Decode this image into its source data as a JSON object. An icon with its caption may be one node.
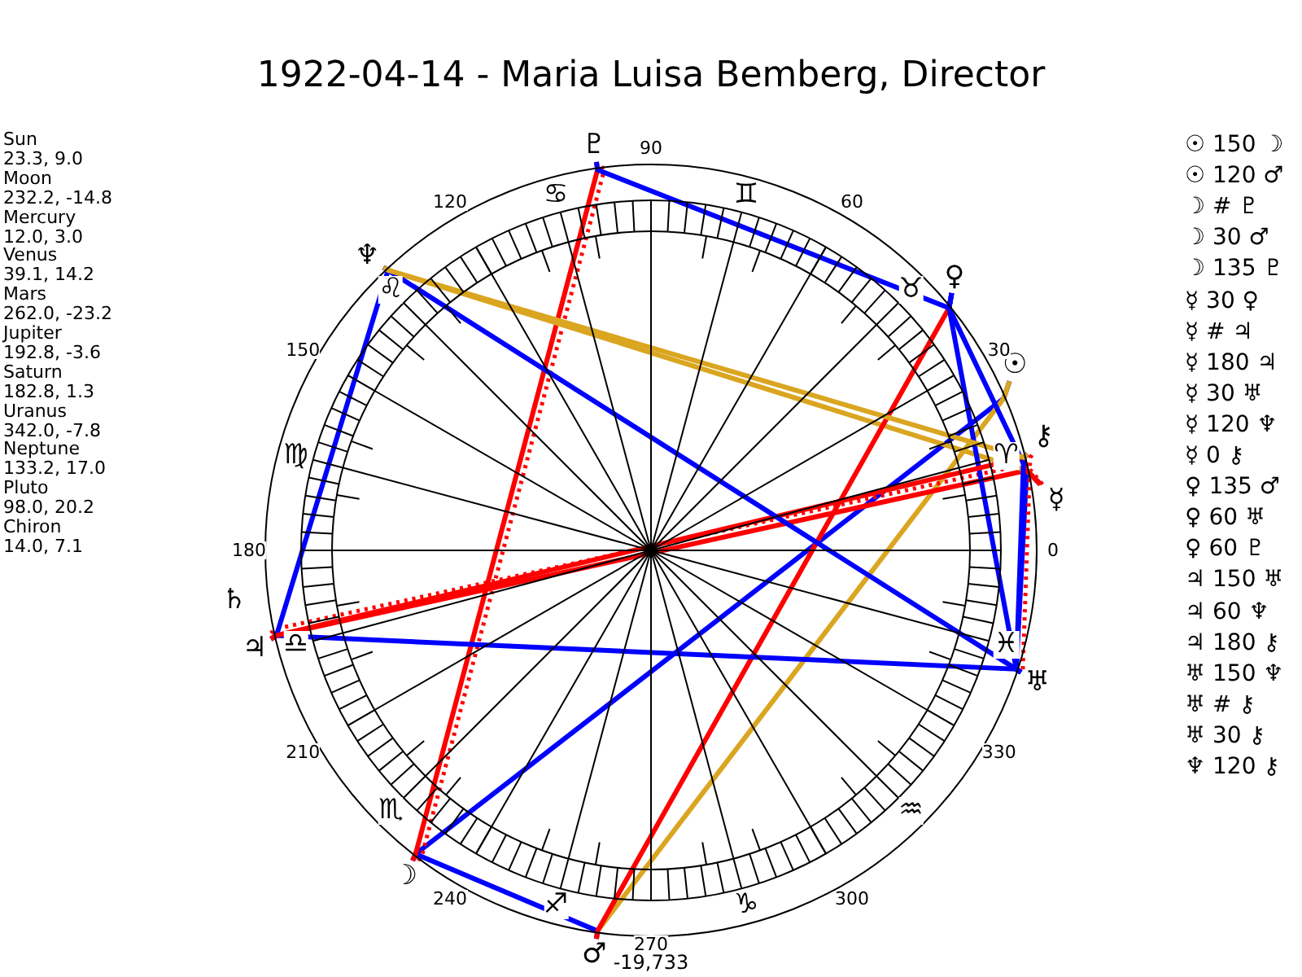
{
  "diagram": {
    "title": "1922-04-14 - Maria Luisa Bemberg, Director",
    "nodes": [
      {
        "text": [
          "☉"
        ]
      },
      {
        "text": [
          "☽"
        ]
      },
      {
        "text": [
          "☿"
        ]
      },
      {
        "text": [
          "♀"
        ]
      },
      {
        "text": [
          "♂"
        ]
      },
      {
        "text": [
          "♃"
        ]
      },
      {
        "text": [
          "♅"
        ]
      },
      {
        "text": [
          "♆"
        ]
      },
      {
        "text": [
          "♇"
        ]
      },
      {
        "text": [
          "⚷"
        ]
      }
    ],
    "edges": [
      {
        "from": 0,
        "to": 1,
        "arrow": "none"
      },
      {
        "from": 0,
        "to": 4,
        "arrow": "none",
        "color": "#daa520"
      },
      {
        "from": 1,
        "to": 8,
        "arrow": "none",
        "style": "dashed",
        "color": "#ff0000"
      },
      {
        "from": 1,
        "to": 4,
        "arrow": "none"
      },
      {
        "from": 1,
        "to": 8,
        "arrow": "none",
        "color": "#ff0000"
      },
      {
        "from": 2,
        "to": 3,
        "arrow": "none"
      },
      {
        "from": 2,
        "to": 5,
        "arrow": "none",
        "style": "dashed",
        "color": "#ff0000"
      },
      {
        "from": 2,
        "to": 5,
        "arrow": "none",
        "color": "#ff0000"
      },
      {
        "from": 2,
        "to": 6,
        "arrow": "none"
      },
      {
        "from": 2,
        "to": 7,
        "arrow": "none",
        "color": "#daa520"
      },
      {
        "from": 2,
        "to": 9,
        "arrow": "none",
        "color": "#ff0000"
      },
      {
        "from": 3,
        "to": 4,
        "arrow": "none",
        "color": "#ff0000"
      },
      {
        "from": 3,
        "to": 6,
        "arrow": "none"
      },
      {
        "from": 3,
        "to": 8,
        "arrow": "none"
      },
      {
        "from": 5,
        "to": 6,
        "arrow": "none"
      },
      {
        "from": 5,
        "to": 7,
        "arrow": "none"
      },
      {
        "from": 5,
        "to": 9,
        "arrow": "none",
        "color": "#ff0000"
      },
      {
        "from": 6,
        "to": 7,
        "arrow": "none"
      },
      {
        "from": 6,
        "to": 9,
        "arrow": "none",
        "style": "dashed",
        "color": "#ff0000"
      },
      {
        "from": 6,
        "to": 9,
        "arrow": "none"
      },
      {
        "from": 7,
        "to": 9,
        "arrow": "none",
        "color": "#daa520"
      }
    ],
    "labels": [
      "Sun",
      "23.3, 9.0",
      "Moon",
      "232.2, -14.8",
      "Mercury",
      "12.0, 3.0",
      "Venus",
      "39.1, 14.2",
      "Mars",
      "262.0, -23.2",
      "Jupiter",
      "192.8, -3.6",
      "Saturn",
      "182.8, 1.3",
      "Uranus",
      "342.0, -7.8",
      "Neptune",
      "133.2, 17.0",
      "Pluto",
      "98.0, 20.2",
      "Chiron",
      "14.0, 7.1",
      "♈",
      "♉",
      "♊",
      "♋",
      "♌",
      "♍",
      "♎",
      "♏",
      "♐",
      "♑",
      "♒",
      "♓",
      "0",
      "30",
      "60",
      "90",
      "120",
      "150",
      "180",
      "210",
      "240",
      "270",
      "300",
      "330",
      "♄",
      "-19,733",
      "☉ 150 ☽",
      "☉ 120 ♂",
      "☽ # ♇",
      "☽ 30 ♂",
      "☽ 135 ♇",
      "☿ 30 ♀",
      "☿ # ♃",
      "☿ 180 ♃",
      "☿ 30 ♅",
      "☿ 120 ♆",
      "☿ 0 ⚷",
      "♀ 135 ♂",
      "♀ 60 ♅",
      "♀ 60 ♇",
      "♃ 150 ♅",
      "♃ 60 ♆",
      "♃ 180 ⚷",
      "♅ 150 ♆",
      "♅ # ⚷",
      "♅ 30 ⚷",
      "♆ 120 ⚷"
    ]
  }
}
